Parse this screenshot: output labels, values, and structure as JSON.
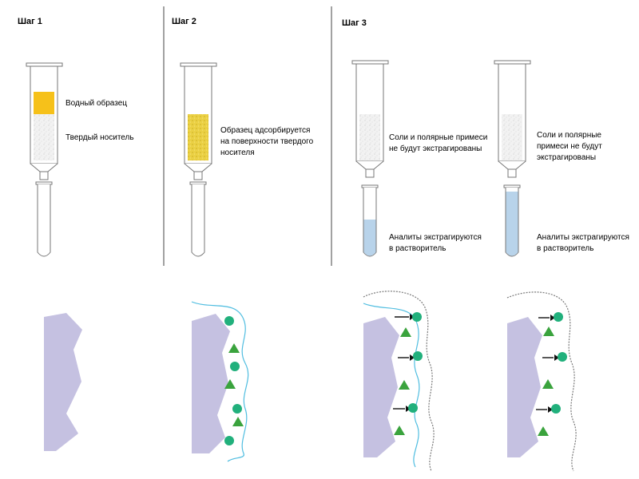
{
  "steps": [
    {
      "title": "Шаг 1",
      "labels": [
        "Водный образец",
        "Твердый носитель"
      ]
    },
    {
      "title": "Шаг 2",
      "labels": [
        "Образец адсорбируется",
        "на поверхности твердого",
        "носителя"
      ]
    },
    {
      "title": "Шаг 3",
      "labels": [
        "Соли и полярные примеси",
        "не будут экстрагированы",
        "Аналиты экстрагируются",
        "в растворитель"
      ]
    },
    {
      "title": "",
      "labels": [
        "Соли и полярные",
        "примеси не будут",
        "экстрагированы",
        "Аналиты экстрагируются",
        "в растворитель"
      ]
    }
  ],
  "colors": {
    "sample": "#f6c11a",
    "adsorbed": "#e8cf44",
    "solvent": "#b8d3ea",
    "support": "#c5c1e1",
    "liquid_line": "#4fbde0",
    "circle": "#21b07c",
    "triangle": "#3aa33d",
    "outline": "#7a7a7a"
  },
  "icons": [
    "circle-marker",
    "triangle-marker",
    "arrow-icon"
  ]
}
